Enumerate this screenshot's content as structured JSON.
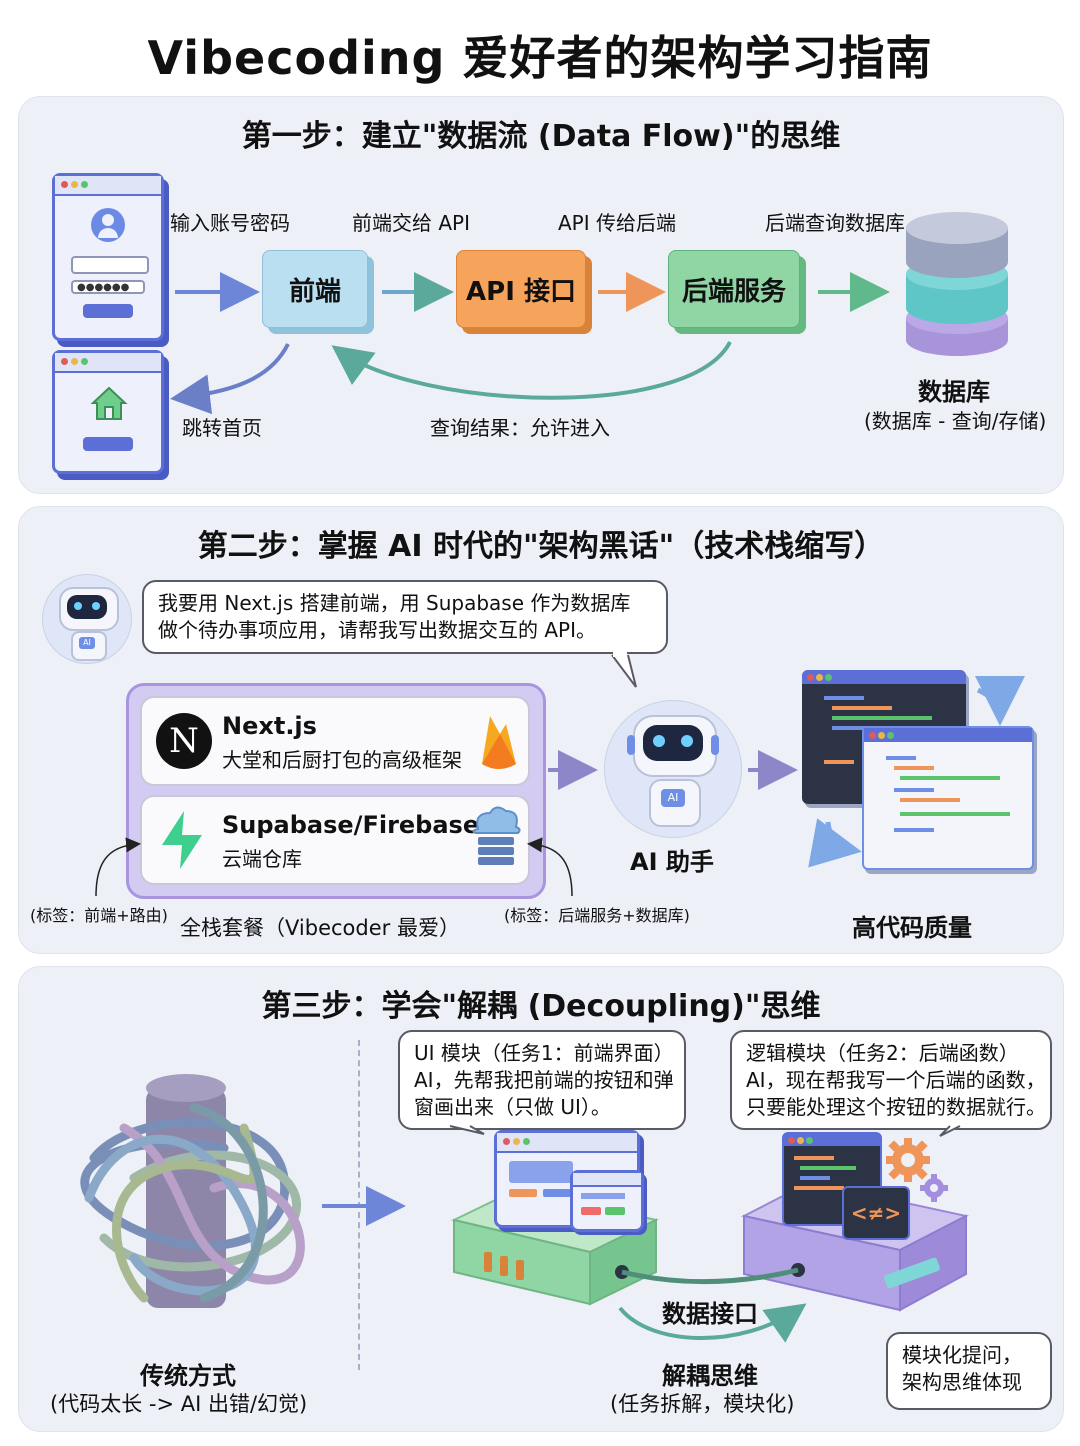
{
  "title": "Vibecoding 爱好者的架构学习指南",
  "step1": {
    "title": "第一步：建立\"数据流 (Data Flow)\"的思维",
    "label_input": "输入账号密码",
    "label_fe_to_api": "前端交给 API",
    "label_api_to_be": "API 传给后端",
    "label_be_query": "后端查询数据库",
    "box_frontend": "前端",
    "box_api": "API 接口",
    "box_backend": "后端服务",
    "db_title": "数据库",
    "db_sub": "(数据库 - 查询/存储)",
    "label_jump": "跳转首页",
    "label_result": "查询结果：允许进入"
  },
  "step2": {
    "title": "第二步：掌握 AI 时代的\"架构黑话\"（技术栈缩写）",
    "bubble_line1": "我要用 Next.js 搭建前端，用 Supabase 作为数据库",
    "bubble_line2": "做个待办事项应用，请帮我写出数据交互的 API。",
    "next_name": "Next.js",
    "next_desc": "大堂和后厨打包的高级框架",
    "supa_name": "Supabase/Firebase",
    "supa_desc": "云端仓库",
    "tag_left": "(标签：前端+路由)",
    "tag_right": "(标签：后端服务+数据库)",
    "stack_caption": "全栈套餐（Vibecoder 最爱）",
    "ai_label": "AI 助手",
    "ai_badge": "AI",
    "quality_label": "高代码质量"
  },
  "step3": {
    "title": "第三步：学会\"解耦 (Decoupling)\"思维",
    "ui_bubble_title": "UI 模块（任务1：前端界面）",
    "ui_bubble_l1": "AI，先帮我把前端的按钮和弹",
    "ui_bubble_l2": "窗画出来（只做 UI）。",
    "logic_bubble_title": "逻辑模块（任务2：后端函数）",
    "logic_bubble_l1": "AI，现在帮我写一个后端的函数，",
    "logic_bubble_l2": "只要能处理这个按钮的数据就行。",
    "trad_title": "传统方式",
    "trad_sub": "(代码太长 -> AI 出错/幻觉)",
    "data_interface": "数据接口",
    "decouple_title": "解耦思维",
    "decouple_sub": "(任务拆解，模块化)",
    "note_l1": "模块化提问，",
    "note_l2": "架构思维体现"
  },
  "colors": {
    "frontend": "#b9dff0",
    "api": "#f6a35c",
    "backend": "#8fd6a4",
    "db_top": "#9aa3bd",
    "db_mid": "#5fc6c8",
    "db_bot": "#a894d8",
    "stack_border": "#a994e0",
    "window_blue": "#5b6fd6"
  }
}
